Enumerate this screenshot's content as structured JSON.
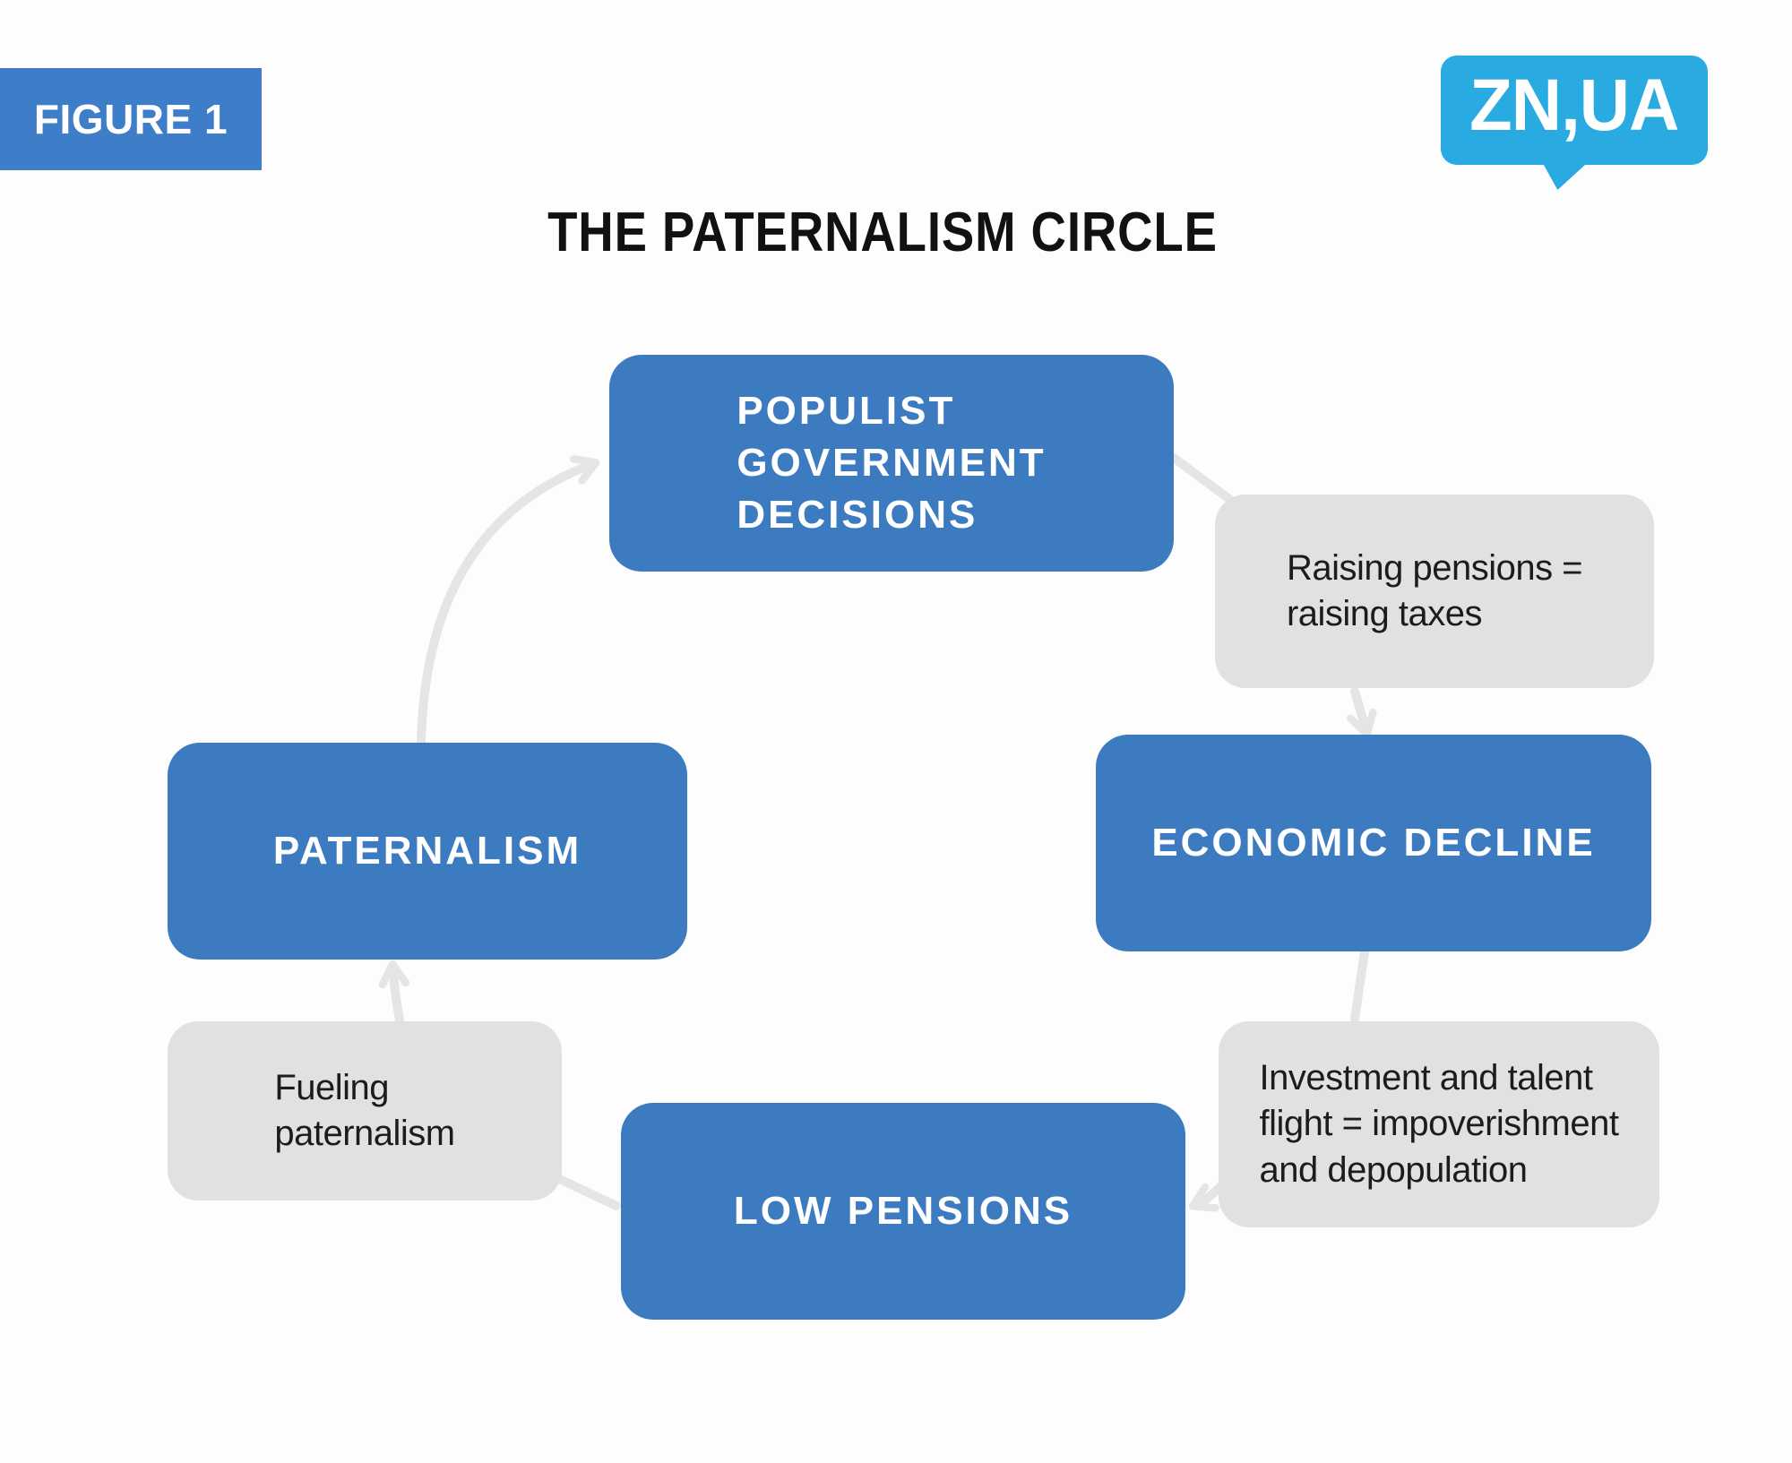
{
  "figure": {
    "label": "FIGURE 1"
  },
  "logo": {
    "text": "ZN,UA"
  },
  "title": "THE PATERNALISM CIRCLE",
  "nodes": {
    "populist": {
      "label": "POPULIST\nGOVERNMENT\nDECISIONS"
    },
    "economic": {
      "label": "ECONOMIC DECLINE"
    },
    "low_pensions": {
      "label": "LOW PENSIONS"
    },
    "paternalism": {
      "label": "PATERNALISM"
    }
  },
  "notes": {
    "raising": {
      "text": "Raising pensions =\nraising taxes"
    },
    "investment": {
      "text": "Investment and talent\nflight = impoverishment\nand depopulation"
    },
    "fueling": {
      "text": "Fueling\npaternalism"
    }
  },
  "cycle_order": [
    "POPULIST GOVERNMENT DECISIONS",
    "ECONOMIC DECLINE",
    "LOW PENSIONS",
    "PATERNALISM"
  ],
  "colors": {
    "node_blue": "#3d7bc1",
    "figure_badge_blue": "#3e7dc7",
    "logo_blue": "#29abe2",
    "note_gray": "#e1e1e0",
    "arrow_gray": "#e5e5e4",
    "title_color": "#111111",
    "note_text": "#1c1c1c"
  }
}
